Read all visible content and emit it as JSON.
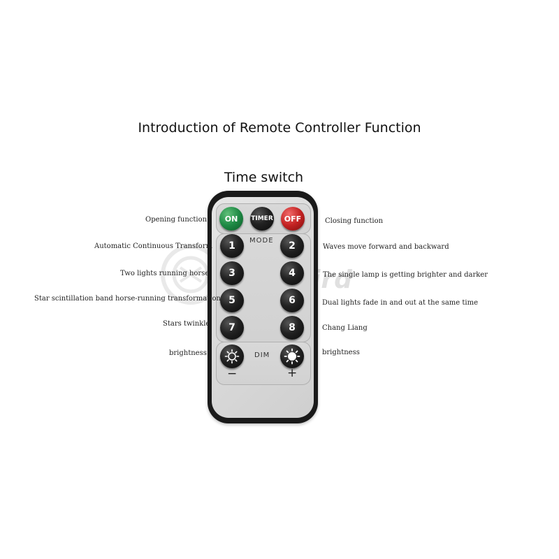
{
  "title": "Introduction of Remote Controller Function",
  "subtitle": "Time switch",
  "watermark": "DrBird",
  "remote": {
    "top_buttons": {
      "on": "ON",
      "timer": "TIMER",
      "off": "OFF"
    },
    "mode_label": "MODE",
    "numbers": [
      "1",
      "2",
      "3",
      "4",
      "5",
      "6",
      "7",
      "8"
    ],
    "dim_label": "DIM",
    "minus": "−",
    "plus": "+"
  },
  "left_labels": [
    "Opening function",
    "Automatic Continuous Transform",
    "Two lights running horse",
    "Star scintillation band horse-running transformation",
    "Stars twinkle",
    "brightness"
  ],
  "right_labels": [
    "Closing function",
    "Waves move forward and backward",
    "The single lamp is getting brighter and darker",
    "Dual lights fade in and out at the same time",
    "Chang Liang",
    "brightness"
  ],
  "colors": {
    "on": "#1f8a45",
    "off": "#c42323",
    "button": "#1a1a1a",
    "body": "#dcdcdc"
  }
}
